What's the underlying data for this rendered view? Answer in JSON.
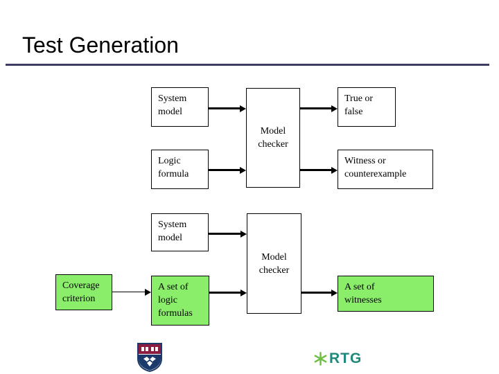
{
  "slide": {
    "title": "Test Generation",
    "rule_color": "#3b3b63",
    "background": "#ffffff"
  },
  "colors": {
    "green_fill": "#8aee6a",
    "white_fill": "#ffffff",
    "box_border": "#000000",
    "arrow": "#000000",
    "penn_red": "#8c1d40",
    "penn_navy": "#1b3a6b",
    "rtg_teal": "#1f8a7a",
    "rtg_green": "#6cbf3f"
  },
  "diagram_top": {
    "name": "model-checking-flow",
    "boxes": [
      {
        "id": "system-model-top",
        "label": "System\nmodel",
        "fill": "white"
      },
      {
        "id": "logic-formula",
        "label": "Logic\nformula",
        "fill": "white"
      },
      {
        "id": "model-checker-top",
        "label": "Model\nchecker",
        "fill": "white"
      },
      {
        "id": "true-or-false",
        "label": "True or\nfalse",
        "fill": "white"
      },
      {
        "id": "witness-or-counterexample",
        "label": "Witness or\ncounterexample",
        "fill": "white"
      }
    ],
    "arrows": [
      {
        "from": "system-model-top",
        "to": "model-checker-top"
      },
      {
        "from": "logic-formula",
        "to": "model-checker-top"
      },
      {
        "from": "model-checker-top",
        "to": "true-or-false"
      },
      {
        "from": "model-checker-top",
        "to": "witness-or-counterexample"
      }
    ]
  },
  "diagram_bottom": {
    "name": "test-generation-flow",
    "boxes": [
      {
        "id": "coverage-criterion",
        "label": "Coverage\ncriterion",
        "fill": "green"
      },
      {
        "id": "a-set-of-logic-formulas",
        "label": "A set of\nlogic\nformulas",
        "fill": "green"
      },
      {
        "id": "system-model-bottom",
        "label": "System\nmodel",
        "fill": "white"
      },
      {
        "id": "model-checker-bottom",
        "label": "Model\nchecker",
        "fill": "white"
      },
      {
        "id": "a-set-of-witnesses",
        "label": "A set of\nwitnesses",
        "fill": "green"
      }
    ],
    "arrows": [
      {
        "from": "coverage-criterion",
        "to": "a-set-of-logic-formulas"
      },
      {
        "from": "system-model-bottom",
        "to": "model-checker-bottom"
      },
      {
        "from": "a-set-of-logic-formulas",
        "to": "model-checker-bottom"
      },
      {
        "from": "model-checker-bottom",
        "to": "a-set-of-witnesses"
      }
    ]
  },
  "logos": {
    "penn": {
      "name": "penn-shield-logo",
      "alt": "University of Pennsylvania shield"
    },
    "rtg": {
      "name": "rtg-logo",
      "text": "RTG"
    }
  }
}
